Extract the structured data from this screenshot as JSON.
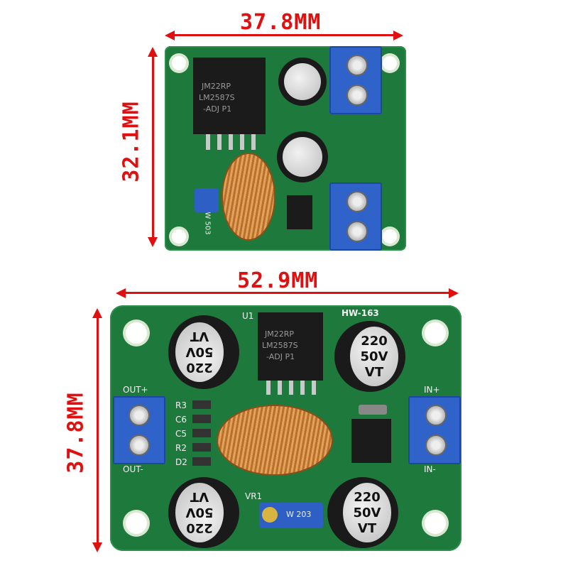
{
  "dimensions": {
    "top_width": "37.8MM",
    "top_height": "32.1MM",
    "bottom_width": "52.9MM",
    "bottom_height": "37.8MM"
  },
  "top_board": {
    "chip_text": [
      "JM22RP",
      "LM2587S",
      "-ADJ P1"
    ],
    "pot_text": "W 503"
  },
  "bottom_board": {
    "chip_text": [
      "JM22RP",
      "LM2587S",
      "-ADJ P1"
    ],
    "model": "HW-163",
    "u1": "U1",
    "out_plus": "OUT+",
    "out_minus": "OUT-",
    "in_plus": "IN+",
    "in_minus": "IN-",
    "components": [
      "R3",
      "C6",
      "C5",
      "R2",
      "D2"
    ],
    "vr1": "VR1",
    "pot_text": "W 203",
    "cap_text": [
      "220",
      "50V",
      "VT"
    ]
  },
  "colors": {
    "dimension": "#e01010",
    "pcb": "#1e7a3c",
    "terminal": "#2f63c9"
  }
}
